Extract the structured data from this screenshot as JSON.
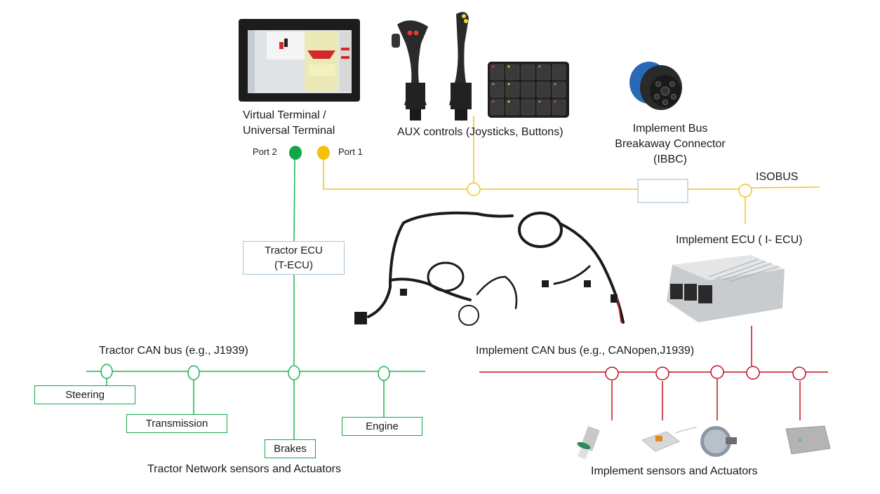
{
  "colors": {
    "tractor_bus": "#1db34f",
    "isobus": "#f5c21b",
    "implement_bus": "#c0121a",
    "box_border_blue": "#a9c4d6",
    "port2": "#12a84a",
    "port1": "#f7c00a"
  },
  "terminal": {
    "title_line1": "Virtual Terminal /",
    "title_line2": "Universal Terminal",
    "port2_label": "Port 2",
    "port1_label": "Port 1"
  },
  "aux": {
    "label": "AUX controls (Joysticks, Buttons)"
  },
  "ibbc": {
    "line1": "Implement Bus",
    "line2": "Breakaway Connector",
    "line3": "(IBBC)"
  },
  "isobus": {
    "label": "ISOBUS"
  },
  "tractor_ecu": {
    "line1": "Tractor ECU",
    "line2": "(T-ECU)"
  },
  "implement_ecu": {
    "label": "Implement ECU ( I- ECU)"
  },
  "tractor_bus": {
    "label": "Tractor CAN bus (e.g., J1939)",
    "nodes": [
      "Steering",
      "Transmission",
      "Brakes",
      "Engine"
    ],
    "footer": "Tractor Network sensors and Actuators"
  },
  "implement_bus": {
    "label": "Implement CAN bus (e.g., CANopen,J1939)",
    "devices": [
      "pressure-sensor",
      "inclination-sensor",
      "rotary-encoder",
      "control-module"
    ],
    "footer": "Implement sensors and Actuators"
  }
}
